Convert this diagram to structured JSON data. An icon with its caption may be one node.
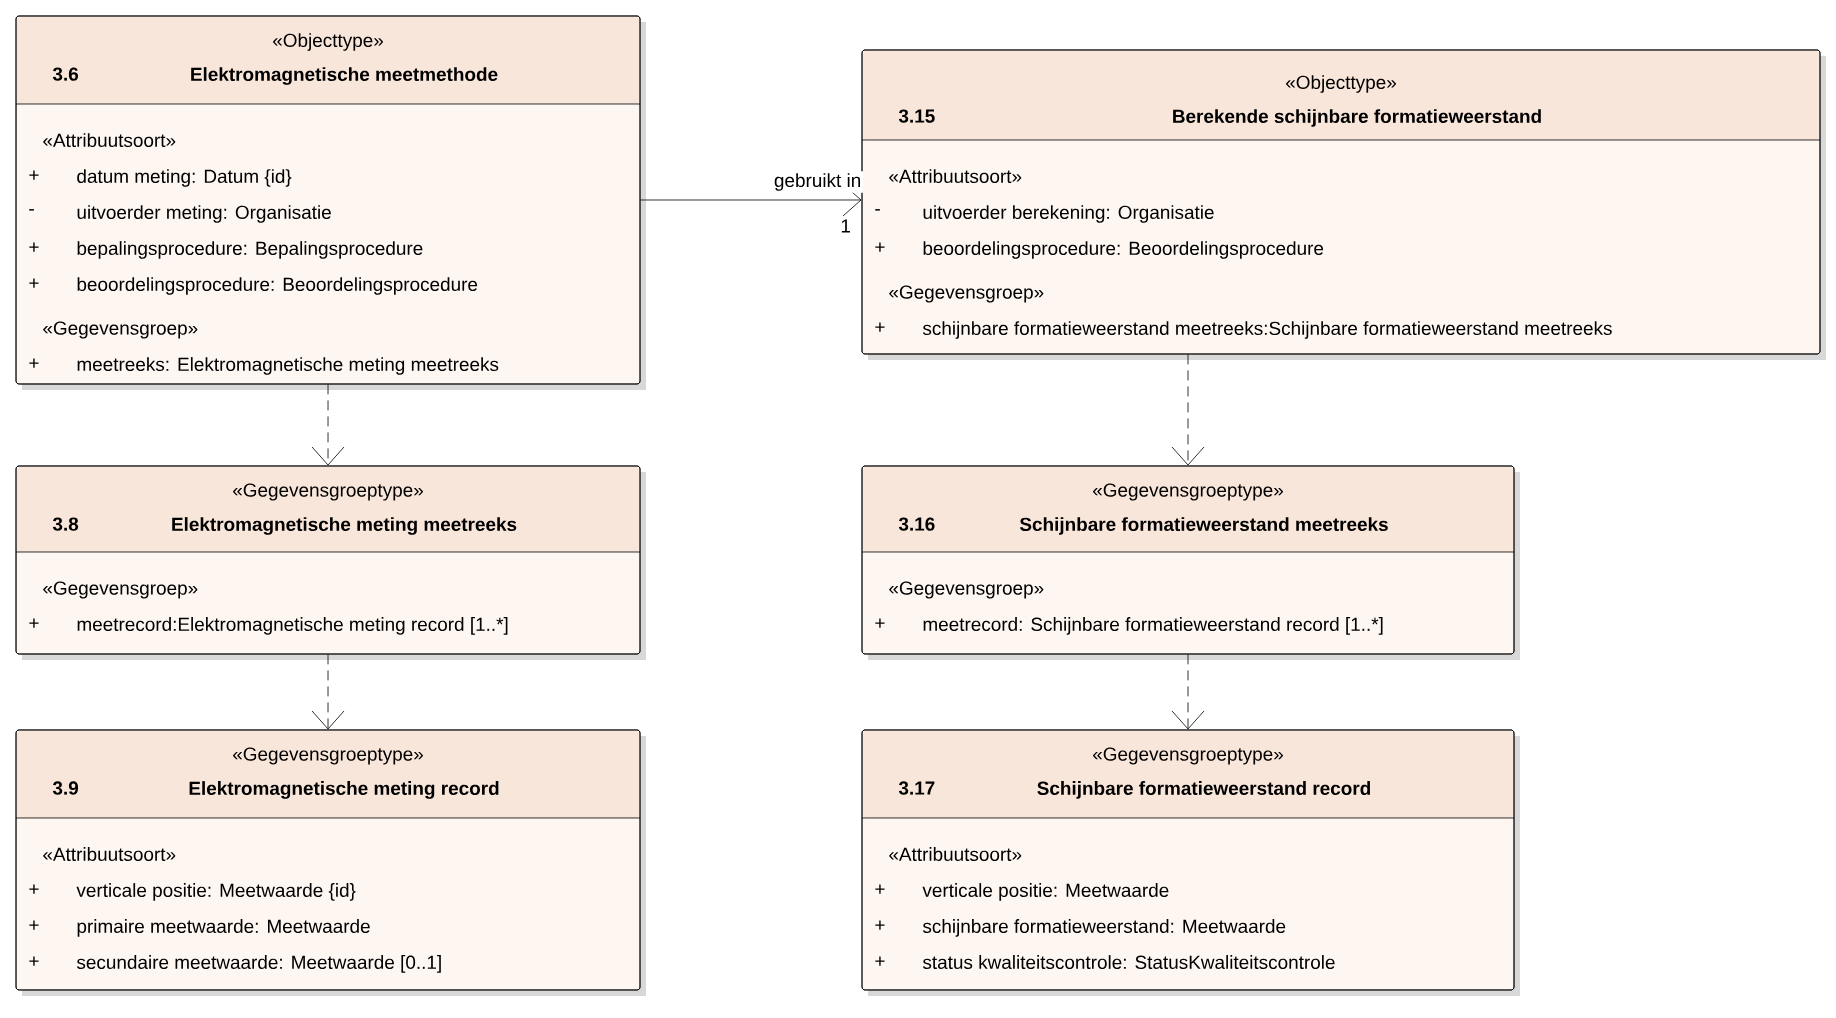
{
  "diagram": {
    "nodes": [
      {
        "text": [
          "«Objecttype»",
          "3.6",
          "Elektromagnetische meetmethode",
          "«Attribuutsoort»",
          "+",
          "datum meting: Datum {id}",
          "-",
          "uitvoerder meting: Organisatie",
          "+",
          "bepalingsprocedure: Bepalingsprocedure",
          "+",
          "beoordelingsprocedure: Beoordelingsprocedure",
          "«Gegevensgroep»",
          "+",
          "meetreeks: Elektromagnetische meting meetreeks"
        ]
      },
      {
        "text": [
          "«Objecttype»",
          "3.15",
          "Berekende schijnbare formatieweerstand",
          "«Attribuutsoort»",
          "-",
          "uitvoerder berekening: Organisatie",
          "+",
          "beoordelingsprocedure: Beoordelingsprocedure",
          "«Gegevensgroep»",
          "+",
          "schijnbare formatieweerstand meetreeks:Schijnbare formatieweerstand meetreeks"
        ]
      },
      {
        "text": [
          "«Gegevensgroeptype»",
          "3.8",
          "Elektromagnetische meting meetreeks",
          "«Gegevensgroep»",
          "+",
          "meetrecord:Elektromagnetische meting record [1..*]"
        ]
      },
      {
        "text": [
          "«Gegevensgroeptype»",
          "3.16",
          "Schijnbare formatieweerstand meetreeks",
          "«Gegevensgroep»",
          "+",
          "meetrecord: Schijnbare formatieweerstand record [1..*]"
        ]
      },
      {
        "text": [
          "«Gegevensgroeptype»",
          "3.9",
          "Elektromagnetische meting record",
          "«Attribuutsoort»",
          "+",
          "verticale positie: Meetwaarde {id}",
          "+",
          "primaire meetwaarde: Meetwaarde",
          "+",
          "secundaire meetwaarde: Meetwaarde [0..1]"
        ]
      },
      {
        "text": [
          "«Gegevensgroeptype»",
          "3.17",
          "Schijnbare formatieweerstand record",
          "«Attribuutsoort»",
          "+",
          "verticale positie: Meetwaarde",
          "+",
          "schijnbare formatieweerstand: Meetwaarde",
          "+",
          "status kwaliteitscontrole: StatusKwaliteitscontrole"
        ]
      }
    ],
    "edges": [
      {
        "from": 0,
        "to": 1,
        "arrow": "to",
        "label": "gebruikt in"
      },
      {
        "from": 0,
        "to": 2,
        "arrow": "to",
        "style": "dashed"
      },
      {
        "from": 1,
        "to": 3,
        "arrow": "to",
        "style": "dashed"
      },
      {
        "from": 2,
        "to": 4,
        "arrow": "to",
        "style": "dashed"
      },
      {
        "from": 3,
        "to": 5,
        "arrow": "to",
        "style": "dashed"
      }
    ],
    "labels": [
      "1"
    ]
  }
}
